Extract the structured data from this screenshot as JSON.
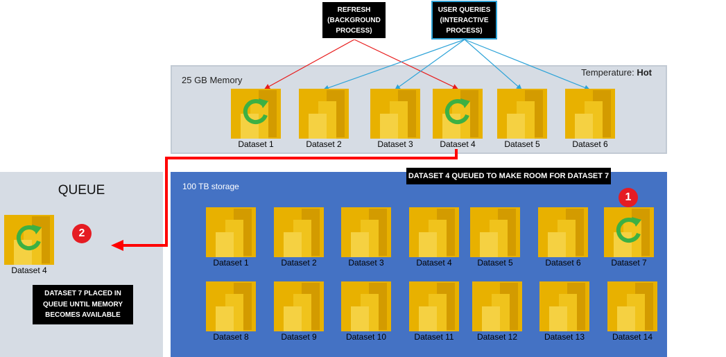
{
  "refresh_box": {
    "line1": "Refresh",
    "line2": "(background",
    "line3": "process)"
  },
  "queries_box": {
    "line1": "User queries",
    "line2": "(interactive",
    "line3": "process)"
  },
  "memory": {
    "title": "25 GB Memory",
    "temperature_label": "Temperature:",
    "temperature_value": "Hot",
    "datasets": [
      {
        "name": "Dataset 1",
        "refreshing": true
      },
      {
        "name": "Dataset 2",
        "refreshing": false
      },
      {
        "name": "Dataset 3",
        "refreshing": false
      },
      {
        "name": "Dataset 4",
        "refreshing": true
      },
      {
        "name": "Dataset 5",
        "refreshing": false
      },
      {
        "name": "Dataset 6",
        "refreshing": false
      }
    ]
  },
  "queue": {
    "title": "QUEUE",
    "dataset": {
      "name": "Dataset 4",
      "refreshing": true
    },
    "badge": "2",
    "note": {
      "line1": "Dataset 7 placed in",
      "line2": "queue until memory",
      "line3": "becomes available"
    }
  },
  "storage": {
    "title": "100 TB storage",
    "banner": "Dataset 4 queued to make room for dataset 7",
    "badge": "1",
    "row1": [
      {
        "name": "Dataset 1",
        "refreshing": false
      },
      {
        "name": "Dataset 2",
        "refreshing": false
      },
      {
        "name": "Dataset 3",
        "refreshing": false
      },
      {
        "name": "Dataset 4",
        "refreshing": false
      },
      {
        "name": "Dataset 5",
        "refreshing": false
      },
      {
        "name": "Dataset 6",
        "refreshing": false
      },
      {
        "name": "Dataset 7",
        "refreshing": true
      }
    ],
    "row2": [
      {
        "name": "Dataset 8",
        "refreshing": false
      },
      {
        "name": "Dataset 9",
        "refreshing": false
      },
      {
        "name": "Dataset 10",
        "refreshing": false
      },
      {
        "name": "Dataset 11",
        "refreshing": false
      },
      {
        "name": "Dataset 12",
        "refreshing": false
      },
      {
        "name": "Dataset 13",
        "refreshing": false
      },
      {
        "name": "Dataset 14",
        "refreshing": false
      }
    ]
  },
  "colors": {
    "refresh_arrow": "#e81c1c",
    "query_arrow": "#2da3d8",
    "queue_arrow": "#ff0000",
    "tile_dark": "#e8b100",
    "tile_light": "#f5d142",
    "refresh_icon": "#3cb043"
  }
}
